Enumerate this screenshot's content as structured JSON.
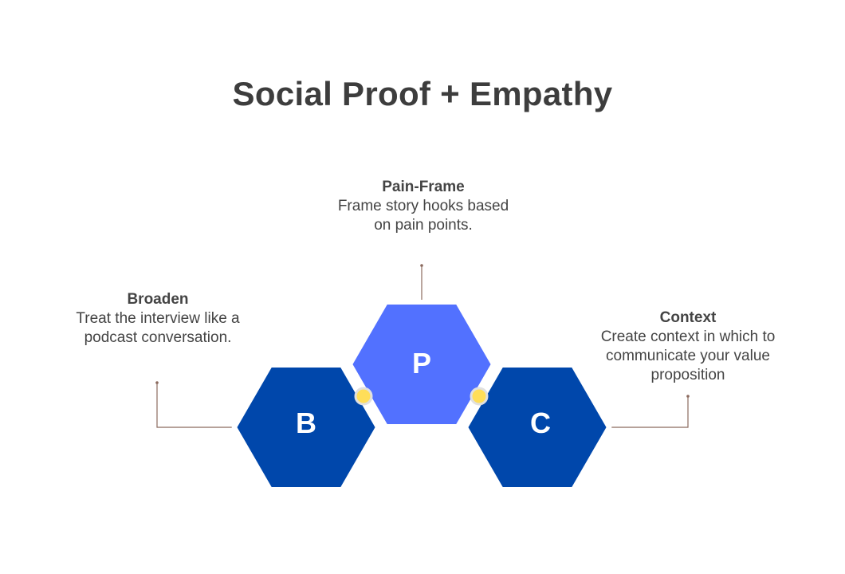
{
  "title": "Social Proof + Empathy",
  "colors": {
    "dark_blue": "#0047AB",
    "light_blue": "#5271FF",
    "connector_dot": "#FFDE59",
    "leader_line": "#8B6A5E",
    "text": "#444444"
  },
  "nodes": [
    {
      "id": "broaden",
      "letter": "B",
      "heading": "Broaden",
      "description": "Treat the interview like a podcast conversation."
    },
    {
      "id": "pain-frame",
      "letter": "P",
      "heading": "Pain-Frame",
      "description": "Frame story hooks based on pain points."
    },
    {
      "id": "context",
      "letter": "C",
      "heading": "Context",
      "description": "Create context in which to communicate your value proposition"
    }
  ]
}
